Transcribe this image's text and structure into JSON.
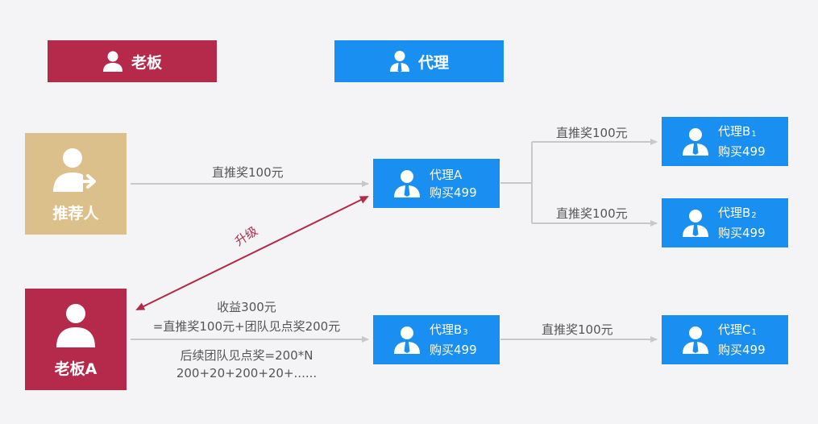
{
  "legend": {
    "boss_label": "老板",
    "agent_label": "代理"
  },
  "referrer": {
    "label": "推荐人"
  },
  "boss_a": {
    "label": "老板A"
  },
  "nodes": {
    "agent_a": {
      "name": "代理A",
      "sub": "",
      "buy": "购买499"
    },
    "agent_b1": {
      "name": "代理B",
      "sub": "1",
      "buy": "购买499"
    },
    "agent_b2": {
      "name": "代理B",
      "sub": "2",
      "buy": "购买499"
    },
    "agent_b3": {
      "name": "代理B",
      "sub": "3",
      "buy": "购买499"
    },
    "agent_c1": {
      "name": "代理C",
      "sub": "1",
      "buy": "购买499"
    }
  },
  "edges": {
    "referrer_to_a": "直推奖100元",
    "a_to_b1": "直推奖100元",
    "a_to_b2": "直推奖100元",
    "b3_to_c1": "直推奖100元",
    "upgrade": "升级",
    "income_line1": "收益300元",
    "income_line2": "=直推奖100元+团队见点奖200元",
    "followup_line1": "后续团队见点奖=200*N",
    "followup_line2": "200+20+200+20+......"
  },
  "colors": {
    "boss": "#b5294a",
    "agent": "#1a8ff2",
    "referrer": "#dcc08b",
    "connector": "#c8c8c8"
  },
  "icons": {
    "boss": "person-icon",
    "agent": "person-with-tie-icon",
    "referrer": "person-arrow-icon"
  }
}
